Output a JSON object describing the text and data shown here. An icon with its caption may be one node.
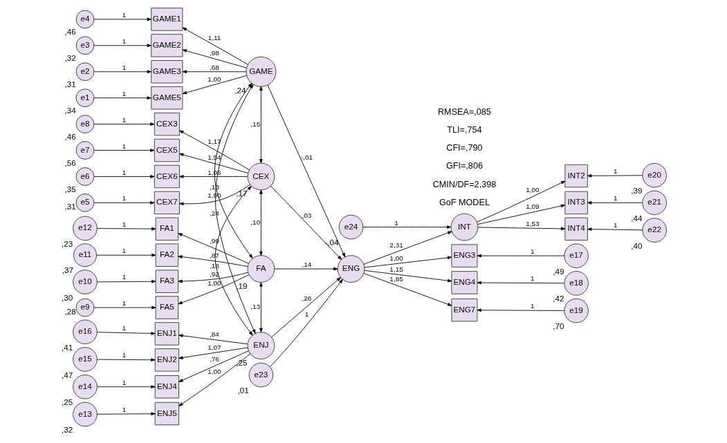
{
  "diagram": {
    "nodes": [
      {
        "text": [
          "GAME"
        ],
        "beside": [
          ",24"
        ]
      },
      {
        "text": [
          "CEX"
        ],
        "beside": [
          ",17"
        ]
      },
      {
        "text": [
          "FA"
        ],
        "beside": [
          ",19"
        ]
      },
      {
        "text": [
          "ENJ"
        ],
        "beside": [
          ",25"
        ]
      },
      {
        "text": [
          "ENG"
        ]
      },
      {
        "text": [
          "INT"
        ]
      },
      {
        "text": [
          "GAME1"
        ]
      },
      {
        "text": [
          "GAME2"
        ]
      },
      {
        "text": [
          "GAME3"
        ]
      },
      {
        "text": [
          "GAME5"
        ]
      },
      {
        "text": [
          "CEX3"
        ]
      },
      {
        "text": [
          "CEX5"
        ]
      },
      {
        "text": [
          "CEX6"
        ]
      },
      {
        "text": [
          "CEX7"
        ]
      },
      {
        "text": [
          "FA1"
        ]
      },
      {
        "text": [
          "FA2"
        ]
      },
      {
        "text": [
          "FA3"
        ]
      },
      {
        "text": [
          "FA5"
        ]
      },
      {
        "text": [
          "ENJ1"
        ]
      },
      {
        "text": [
          "ENJ2"
        ]
      },
      {
        "text": [
          "ENJ4"
        ]
      },
      {
        "text": [
          "ENJ5"
        ]
      },
      {
        "text": [
          "ENG3"
        ]
      },
      {
        "text": [
          "ENG4"
        ]
      },
      {
        "text": [
          "ENG7"
        ]
      },
      {
        "text": [
          "INT2"
        ]
      },
      {
        "text": [
          "INT3"
        ]
      },
      {
        "text": [
          "INT4"
        ]
      },
      {
        "text": [
          "e4"
        ],
        "beside": [
          ",46"
        ]
      },
      {
        "text": [
          "e3"
        ],
        "beside": [
          ",32"
        ]
      },
      {
        "text": [
          "e2"
        ],
        "beside": [
          ",31"
        ]
      },
      {
        "text": [
          "e1"
        ],
        "beside": [
          ",34"
        ]
      },
      {
        "text": [
          "e8"
        ],
        "beside": [
          ",46"
        ]
      },
      {
        "text": [
          "e7"
        ],
        "beside": [
          ",56"
        ]
      },
      {
        "text": [
          "e6"
        ],
        "beside": [
          ",35"
        ]
      },
      {
        "text": [
          "e5"
        ],
        "beside": [
          ",31"
        ]
      },
      {
        "text": [
          "e12"
        ],
        "beside": [
          ",23"
        ]
      },
      {
        "text": [
          "e11"
        ],
        "beside": [
          ",37"
        ]
      },
      {
        "text": [
          "e10"
        ],
        "beside": [
          ",30"
        ]
      },
      {
        "text": [
          "e9"
        ],
        "beside": [
          ",28"
        ]
      },
      {
        "text": [
          "e16"
        ],
        "beside": [
          ",41"
        ]
      },
      {
        "text": [
          "e15"
        ],
        "beside": [
          ",47"
        ]
      },
      {
        "text": [
          "e14"
        ],
        "beside": [
          ",25"
        ]
      },
      {
        "text": [
          "e13"
        ],
        "beside": [
          ",32"
        ]
      },
      {
        "text": [
          "e17"
        ],
        "beside": [
          ",49"
        ]
      },
      {
        "text": [
          "e18"
        ],
        "beside": [
          ",42"
        ]
      },
      {
        "text": [
          "e19"
        ],
        "beside": [
          ",70"
        ]
      },
      {
        "text": [
          "e23"
        ],
        "beside": [
          ",01"
        ]
      },
      {
        "text": [
          "e20"
        ],
        "beside": [
          ",39"
        ]
      },
      {
        "text": [
          "e21"
        ],
        "beside": [
          ",44"
        ]
      },
      {
        "text": [
          "e22"
        ],
        "beside": [
          ",40"
        ]
      },
      {
        "text": [
          "e24"
        ],
        "beside": [
          "-,04"
        ]
      }
    ],
    "edges": [
      {
        "from": 0,
        "to": 6,
        "arrow": "to",
        "label": "1,11"
      },
      {
        "from": 0,
        "to": 7,
        "arrow": "to",
        "label": ",98"
      },
      {
        "from": 0,
        "to": 8,
        "arrow": "to",
        "label": ",68"
      },
      {
        "from": 0,
        "to": 9,
        "arrow": "to",
        "label": "1,00"
      },
      {
        "from": 1,
        "to": 10,
        "arrow": "to",
        "label": "1,17"
      },
      {
        "from": 1,
        "to": 11,
        "arrow": "to",
        "label": "1,54"
      },
      {
        "from": 1,
        "to": 12,
        "arrow": "to",
        "label": "1,06"
      },
      {
        "from": 1,
        "to": 13,
        "arrow": "to",
        "label": "1,00"
      },
      {
        "from": 2,
        "to": 14,
        "arrow": "to",
        "label": ",99"
      },
      {
        "from": 2,
        "to": 15,
        "arrow": "to",
        "label": ",87"
      },
      {
        "from": 2,
        "to": 16,
        "arrow": "to",
        "label": ",92"
      },
      {
        "from": 2,
        "to": 17,
        "arrow": "to",
        "label": "1,00"
      },
      {
        "from": 3,
        "to": 18,
        "arrow": "to",
        "label": ",84"
      },
      {
        "from": 3,
        "to": 19,
        "arrow": "to",
        "label": "1,07"
      },
      {
        "from": 3,
        "to": 20,
        "arrow": "to",
        "label": ",76"
      },
      {
        "from": 3,
        "to": 21,
        "arrow": "to",
        "label": "1,00"
      },
      {
        "from": 4,
        "to": 22,
        "arrow": "to",
        "label": "1,00"
      },
      {
        "from": 4,
        "to": 23,
        "arrow": "to",
        "label": "1,15"
      },
      {
        "from": 4,
        "to": 24,
        "arrow": "to",
        "label": "1,85"
      },
      {
        "from": 5,
        "to": 25,
        "arrow": "to",
        "label": "1,00"
      },
      {
        "from": 5,
        "to": 26,
        "arrow": "to",
        "label": "1,09"
      },
      {
        "from": 5,
        "to": 27,
        "arrow": "to",
        "label": "1,53"
      },
      {
        "from": 28,
        "to": 6,
        "arrow": "to",
        "label": "1"
      },
      {
        "from": 29,
        "to": 7,
        "arrow": "to",
        "label": "1"
      },
      {
        "from": 30,
        "to": 8,
        "arrow": "to",
        "label": "1"
      },
      {
        "from": 31,
        "to": 9,
        "arrow": "to",
        "label": "1"
      },
      {
        "from": 32,
        "to": 10,
        "arrow": "to",
        "label": "1"
      },
      {
        "from": 33,
        "to": 11,
        "arrow": "to",
        "label": "1"
      },
      {
        "from": 34,
        "to": 12,
        "arrow": "to",
        "label": "1"
      },
      {
        "from": 35,
        "to": 13,
        "arrow": "to",
        "label": "1"
      },
      {
        "from": 36,
        "to": 14,
        "arrow": "to",
        "label": "1"
      },
      {
        "from": 37,
        "to": 15,
        "arrow": "to",
        "label": "1"
      },
      {
        "from": 38,
        "to": 16,
        "arrow": "to",
        "label": "1"
      },
      {
        "from": 39,
        "to": 17,
        "arrow": "to",
        "label": "1"
      },
      {
        "from": 40,
        "to": 18,
        "arrow": "to",
        "label": "1"
      },
      {
        "from": 41,
        "to": 19,
        "arrow": "to",
        "label": "1"
      },
      {
        "from": 42,
        "to": 20,
        "arrow": "to",
        "label": "1"
      },
      {
        "from": 43,
        "to": 21,
        "arrow": "to",
        "label": "1"
      },
      {
        "from": 44,
        "to": 22,
        "arrow": "to",
        "label": "1"
      },
      {
        "from": 45,
        "to": 23,
        "arrow": "to",
        "label": "1"
      },
      {
        "from": 46,
        "to": 24,
        "arrow": "to",
        "label": "1"
      },
      {
        "from": 47,
        "to": 4,
        "arrow": "to",
        "label": "1"
      },
      {
        "from": 48,
        "to": 25,
        "arrow": "to",
        "label": "1"
      },
      {
        "from": 49,
        "to": 26,
        "arrow": "to",
        "label": "1"
      },
      {
        "from": 50,
        "to": 27,
        "arrow": "to",
        "label": "1"
      },
      {
        "from": 51,
        "to": 5,
        "arrow": "to",
        "label": "1"
      },
      {
        "from": 0,
        "to": 4,
        "arrow": "to",
        "label": "-,01"
      },
      {
        "from": 1,
        "to": 4,
        "arrow": "to",
        "label": ",03"
      },
      {
        "from": 2,
        "to": 4,
        "arrow": "to",
        "label": ",14"
      },
      {
        "from": 3,
        "to": 4,
        "arrow": "to",
        "label": ",26"
      },
      {
        "from": 4,
        "to": 5,
        "arrow": "to",
        "label": "2,31"
      },
      {
        "from": 0,
        "to": 1,
        "arrow": "both",
        "label": ",15"
      },
      {
        "from": 0,
        "to": 2,
        "arrow": "both",
        "label": ",13"
      },
      {
        "from": 0,
        "to": 3,
        "arrow": "both",
        "label": ",24"
      },
      {
        "from": 1,
        "to": 2,
        "arrow": "both",
        "label": ",10"
      },
      {
        "from": 1,
        "to": 3,
        "arrow": "both",
        "label": ",18"
      },
      {
        "from": 2,
        "to": 3,
        "arrow": "both",
        "label": ",13"
      }
    ],
    "labels": [
      "GoF MODEL",
      "CMIN/DF=2,398",
      "GFI=,806",
      "CFI=,790",
      "TLI=,754",
      "RMSEA=,085"
    ]
  }
}
